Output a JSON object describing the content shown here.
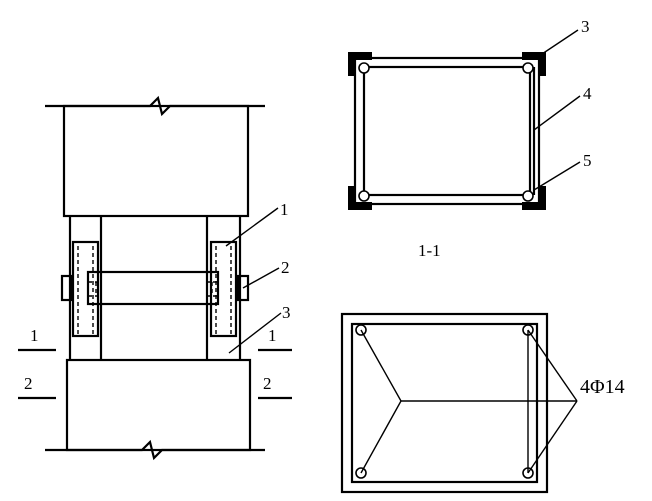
{
  "labels": {
    "elev_1": "1",
    "elev_2": "2",
    "elev_3": "3",
    "plan_3": "3",
    "plan_4": "4",
    "plan_5": "5",
    "section_title": "1-1",
    "section_left_1": "1",
    "section_right_1": "1",
    "section_left_2": "2",
    "section_right_2": "2",
    "rebar_spec": "4Φ14"
  }
}
